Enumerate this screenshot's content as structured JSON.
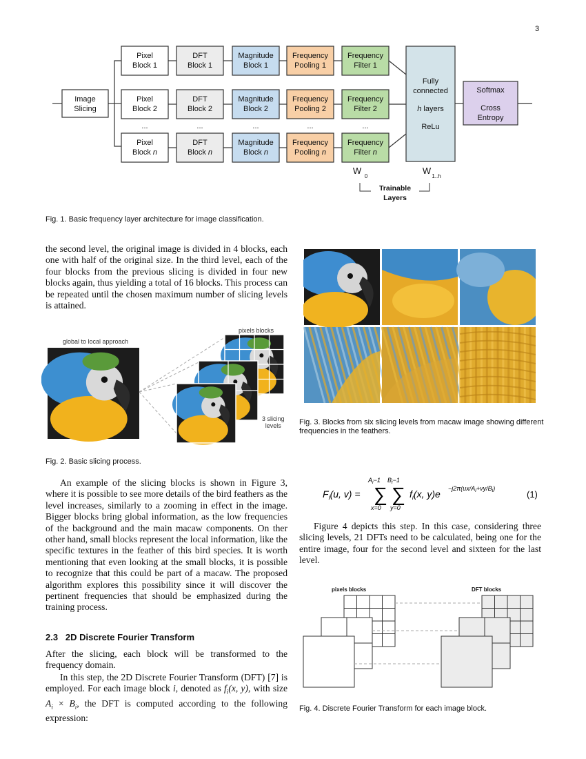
{
  "page_number": "3",
  "fig1": {
    "caption": "Fig. 1. Basic frequency layer architecture for image classification.",
    "image_slicing": [
      "Image",
      "Slicing"
    ],
    "columns": [
      {
        "rows": [
          [
            "Pixel",
            "Block 1"
          ],
          [
            "Pixel",
            "Block 2"
          ],
          [
            "Pixel",
            "Block n"
          ]
        ]
      },
      {
        "rows": [
          [
            "DFT",
            "Block 1"
          ],
          [
            "DFT",
            "Block 2"
          ],
          [
            "DFT",
            "Block n"
          ]
        ]
      },
      {
        "rows": [
          [
            "Magnitude",
            "Block 1"
          ],
          [
            "Magnitude",
            "Block 2"
          ],
          [
            "Magnitude",
            "Block n"
          ]
        ]
      },
      {
        "rows": [
          [
            "Frequency",
            "Pooling 1"
          ],
          [
            "Frequency",
            "Pooling 2"
          ],
          [
            "Frequency",
            "Pooling n"
          ]
        ]
      },
      {
        "rows": [
          [
            "Frequency",
            "Filter 1"
          ],
          [
            "Frequency",
            "Filter 2"
          ],
          [
            "Frequency",
            "Filter n"
          ]
        ]
      }
    ],
    "ellipsis": "...",
    "fc": [
      "Fully",
      "connected",
      "h layers",
      "ReLu"
    ],
    "softmax": [
      "Softmax",
      "Cross",
      "Entropy"
    ],
    "w0": "W",
    "w0_sub": "0",
    "w1h": "W",
    "w1h_sub": "1..h",
    "trainable": [
      "Trainable",
      "Layers"
    ],
    "colors": {
      "gray": "#ececec",
      "blue": "#c6dcef",
      "orange": "#f8cfa6",
      "green": "#b9dca6",
      "fc": "#d3e3e9",
      "purple": "#dcd0ec"
    }
  },
  "left_para1": "the second level, the original image is divided in 4 blocks, each one with half of the original size. In the third level, each of the four blocks from the previous slicing is divided in four new blocks again, thus yielding a total of 16 blocks. This process can be repeated until the chosen maximum number of slicing levels is attained.",
  "fig2": {
    "label_global": "global to local approach",
    "label_pixels": "pixels blocks",
    "label_levels": [
      "3 slicing",
      "levels"
    ],
    "caption": "Fig. 2. Basic slicing process."
  },
  "fig3": {
    "caption": "Fig. 3. Blocks from six slicing levels from macaw image showing different frequencies in the feathers."
  },
  "left_para2": "An example of the slicing blocks is shown in Figure 3, where it is possible to see more details of the bird feathers as the level increases, similarly to a zooming in effect in the image. Bigger blocks bring global information, as the low frequencies of the background and the main macaw components. On ther other hand, small blocks represent the local information, like the specific textures in the feather of this bird species. It is worth mentioning that even looking at the small blocks, it is possible to recognize that this could be part of a macaw. The proposed algorithm explores this possibility since it will discover the pertinent frequencies that should be emphasized during the training process.",
  "section": {
    "number": "2.3",
    "title": "2D Discrete Fourier Transform"
  },
  "left_para3": "After the slicing, each block will be transformed to the frequency domain.",
  "left_para4": "In this step, the 2D Discrete Fourier Transform (DFT) [7] is employed. For each image block i, denoted as f_i(x, y), with size A_i × B_i, the DFT is computed according to the following expression:",
  "equation": {
    "number": "(1)"
  },
  "right_para1": "Figure 4 depicts this step. In this case, considering three slicing levels, 21 DFTs need to be calculated, being one for the entire image, four for the second level and sixteen for the last level.",
  "fig4": {
    "label_pixels": "pixels blocks",
    "label_dft": "DFT blocks",
    "caption": "Fig. 4. Discrete Fourier Transform for each image block."
  }
}
